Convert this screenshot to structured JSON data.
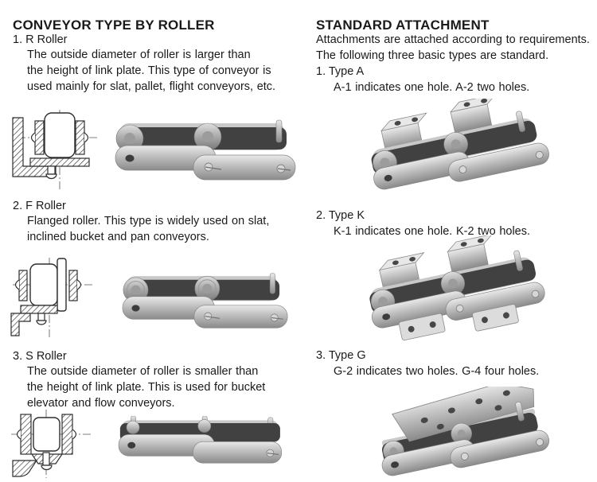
{
  "colors": {
    "text": "#1a1a1a",
    "background": "#ffffff",
    "metal_light": "#e9e9e9",
    "metal_mid": "#b3b3b3",
    "metal_dark": "#8a8a8a",
    "chain_interior": "#414141",
    "diagram_line": "#2e2e2e"
  },
  "left_column": {
    "title": "CONVEYOR TYPE BY ROLLER",
    "sections": [
      {
        "label": "1. R Roller",
        "description_lines": [
          "The outside diameter of roller is larger than",
          "the height of link plate. This type of conveyor is",
          "used mainly for slat, pallet, flight conveyors, etc."
        ],
        "figures": [
          "r-roller-section-diagram",
          "r-roller-chain-photo"
        ]
      },
      {
        "label": "2. F Roller",
        "description_lines": [
          "Flanged roller. This type is widely used on slat,",
          "inclined bucket and pan conveyors."
        ],
        "figures": [
          "f-roller-section-diagram",
          "f-roller-chain-photo"
        ]
      },
      {
        "label": "3. S Roller",
        "description_lines": [
          "The outside diameter of roller is smaller than",
          "the height of link plate. This is used for bucket",
          "elevator and flow conveyors."
        ],
        "figures": [
          "s-roller-section-diagram",
          "s-roller-chain-photo"
        ]
      }
    ]
  },
  "right_column": {
    "title": "STANDARD ATTACHMENT",
    "intro_lines": [
      "Attachments are attached according to requirements.",
      "The following three basic types are standard."
    ],
    "sections": [
      {
        "label": "1. Type A",
        "description": "A-1 indicates one hole. A-2 two holes.",
        "figures": [
          "type-a-attachment-chain-photo"
        ]
      },
      {
        "label": "2. Type K",
        "description": "K-1 indicates one hole. K-2 two holes.",
        "figures": [
          "type-k-attachment-chain-photo"
        ]
      },
      {
        "label": "3. Type G",
        "description": "G-2 indicates two holes. G-4 four holes.",
        "figures": [
          "type-g-attachment-chain-photo"
        ]
      }
    ]
  }
}
